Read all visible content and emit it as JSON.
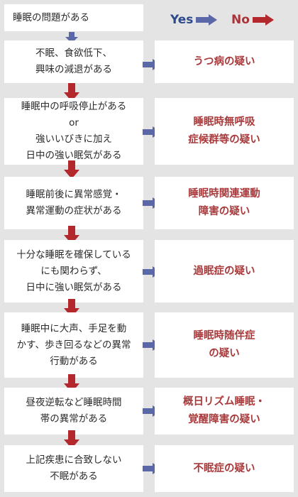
{
  "legend": {
    "yes_label": "Yes",
    "no_label": "No"
  },
  "colors": {
    "yes_arrow": "#5a68a8",
    "no_arrow": "#b3282d",
    "result_text": "#a93a3c",
    "background": "#e4e4e4"
  },
  "start": {
    "text": "睡眠の問題がある"
  },
  "steps": [
    {
      "question": "不眠、食欲低下、\n興味の減退がある",
      "result": "うつ病の疑い"
    },
    {
      "question": "睡眠中の呼吸停止がある\nor\n強いいびきに加え\n日中の強い眠気がある",
      "result": "睡眠時無呼吸\n症候群等の疑い"
    },
    {
      "question": "睡眠前後に異常感覚・\n異常運動の症状がある",
      "result": "睡眠時関連運動\n障害の疑い"
    },
    {
      "question": "十分な睡眠を確保している\nにも関わらず、\n日中に強い眠気がある",
      "result": "過眠症の疑い"
    },
    {
      "question": "睡眠中に大声、手足を動\nかす、歩き回るなどの異常\n行動がある",
      "result": "睡眠時随伴症\nの疑い"
    },
    {
      "question": "昼夜逆転など睡眠時間\n帯の異常がある",
      "result": "概日リズム睡眠・\n覚醒障害の疑い"
    },
    {
      "question": "上記疾患に合致しない\n不眠がある",
      "result": "不眠症の疑い"
    }
  ]
}
